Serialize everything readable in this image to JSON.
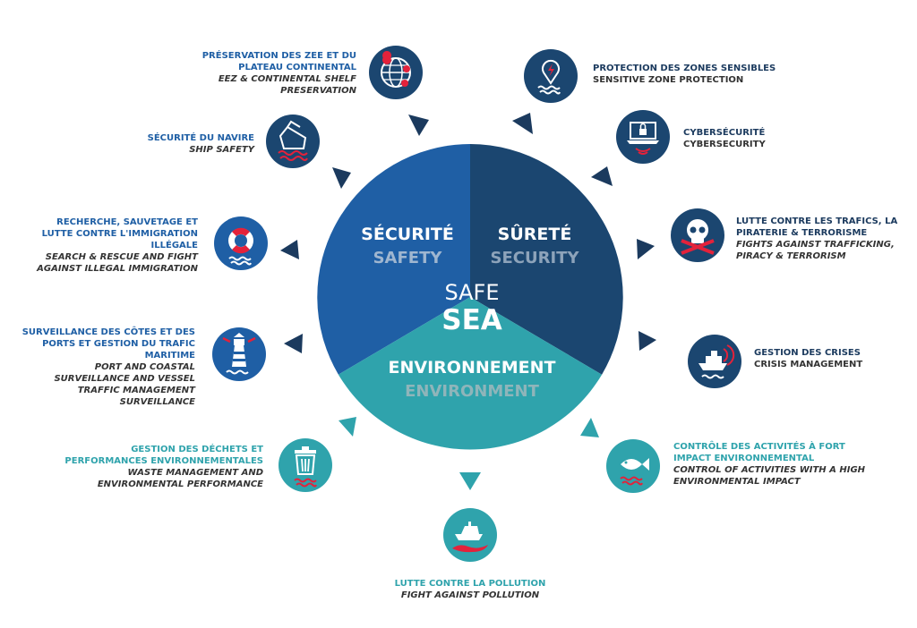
{
  "center": {
    "safe": "SAFE",
    "sea": "SEA"
  },
  "segments": {
    "securite": {
      "fr": "SÉCURITÉ",
      "en": "SAFETY"
    },
    "surete": {
      "fr": "SÛRETÉ",
      "en": "SECURITY"
    },
    "environnement": {
      "fr": "ENVIRONNEMENT",
      "en": "ENVIRONMENT"
    }
  },
  "colors": {
    "safety": "#1f5fa5",
    "security": "#1b4670",
    "environment": "#2fa3ac",
    "alert": "#e3223b"
  },
  "items": {
    "zee": {
      "fr": "Préservation des ZEE et du plateau continental",
      "en": "EEZ & continental shelf preservation",
      "icon": "globe-pins-icon"
    },
    "navire": {
      "fr": "Sécurité du navire",
      "en": "Ship safety",
      "icon": "ship-hull-icon"
    },
    "sauvetage": {
      "fr": "Recherche, sauvetage et lutte contre l'immigration illégale",
      "en": "Search & rescue and fight against illegal immigration",
      "icon": "lifebuoy-icon"
    },
    "cotes": {
      "fr": "Surveillance des côtes et des ports et gestion du trafic maritime",
      "en": "Port and coastal surveillance and vessel traffic management surveillance",
      "icon": "lighthouse-icon"
    },
    "dechets": {
      "fr": "Gestion des déchets et performances environnementales",
      "en": "Waste management and environmental performance",
      "icon": "trash-bin-icon"
    },
    "pollution": {
      "fr": "Lutte contre la pollution",
      "en": "Fight against pollution",
      "icon": "oil-spill-boat-icon"
    },
    "activites": {
      "fr": "Contrôle des activités à fort impact environnemental",
      "en": "Control of activities with a high environmental impact",
      "icon": "fish-icon"
    },
    "crises": {
      "fr": "Gestion des crises",
      "en": "Crisis management",
      "icon": "ship-signal-icon"
    },
    "trafics": {
      "fr": "Lutte contre les trafics, la piraterie & terrorisme",
      "en": "Fights against trafficking, piracy & terrorism",
      "icon": "skull-crossbones-icon"
    },
    "cyber": {
      "fr": "Cybersécurité",
      "en": "Cybersecurity",
      "icon": "laptop-lock-icon"
    },
    "zones": {
      "fr": "Protection des zones sensibles",
      "en": "Sensitive zone protection",
      "icon": "map-pin-waves-icon"
    }
  }
}
